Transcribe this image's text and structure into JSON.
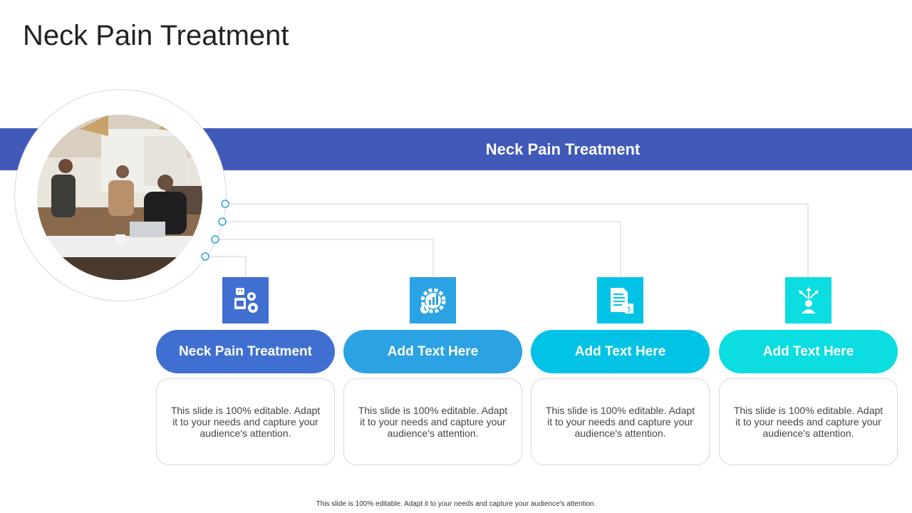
{
  "title": "Neck Pain Treatment",
  "banner": {
    "title": "Neck Pain Treatment"
  },
  "colors": {
    "banner": "#4159b8",
    "pills": [
      "#3f6fd0",
      "#2aa2e3",
      "#02c3e5",
      "#0bdde0"
    ],
    "icons": [
      "#3f6fd0",
      "#2aa2e3",
      "#02c3e5",
      "#0bdde0"
    ],
    "connector_dot": "#2aa2e3"
  },
  "columns": [
    {
      "icon": "robot-gears-icon",
      "heading": "Neck Pain Treatment",
      "body": "This slide is 100% editable. Adapt it to your needs and capture your audience's attention."
    },
    {
      "icon": "gear-chart-icon",
      "heading": "Add Text Here",
      "body": "This slide is 100% editable. Adapt it to your needs and capture your audience's attention."
    },
    {
      "icon": "invoice-dollar-icon",
      "heading": "Add Text Here",
      "body": "This slide is 100% editable. Adapt it to your needs and capture your audience's attention."
    },
    {
      "icon": "person-arrows-icon",
      "heading": "Add Text Here",
      "body": "This slide is 100% editable. Adapt it to your needs and capture your audience's attention."
    }
  ],
  "footer": "This slide is 100% editable. Adapt it to your needs and capture your audience's attention."
}
